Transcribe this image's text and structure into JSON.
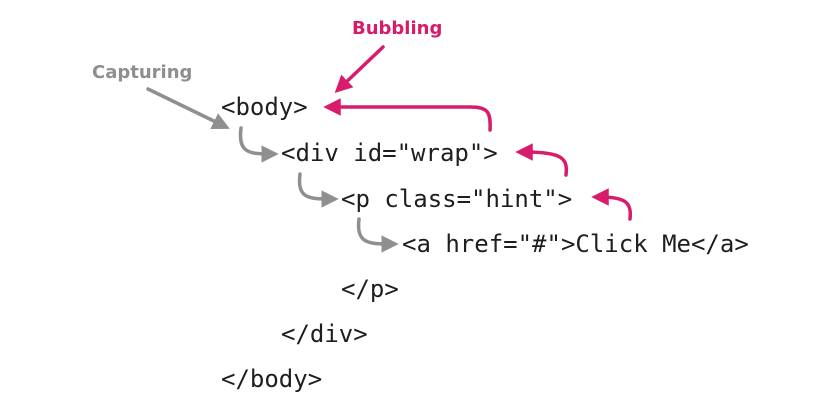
{
  "labels": {
    "bubbling": "Bubbling",
    "capturing": "Capturing"
  },
  "code_lines": [
    "<body>",
    "<div id=\"wrap\">",
    "<p class=\"hint\">",
    "<a href=\"#\">Click Me</a>",
    "</p>",
    "</div>",
    "</body>"
  ],
  "colors": {
    "bubbling": "#d81b6a",
    "capturing": "#8f8f8f",
    "code": "#1e1e1e"
  }
}
